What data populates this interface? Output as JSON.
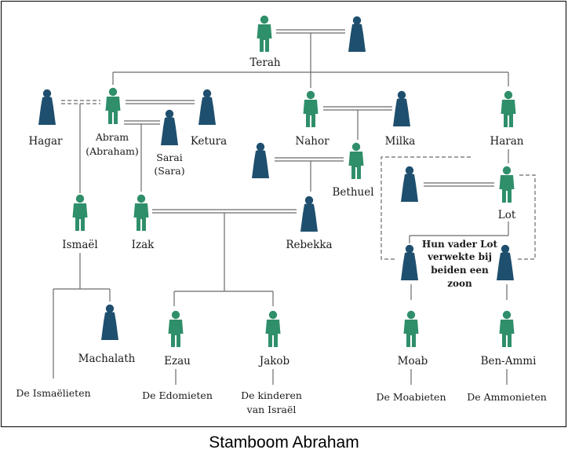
{
  "caption": "Stamboom Abraham",
  "colors": {
    "male": "#2f8f6a",
    "female": "#1f4f6e",
    "line": "#6a6a6a"
  },
  "people": {
    "terah": "Terah",
    "hagar": "Hagar",
    "abram": "Abram",
    "abram_alt": "(Abraham)",
    "sarai": "Sarai",
    "sarai_alt": "(Sara)",
    "ketura": "Ketura",
    "nahor": "Nahor",
    "milka": "Milka",
    "haran": "Haran",
    "bethuel": "Bethuel",
    "lot": "Lot",
    "ismael": "Ismaël",
    "izak": "Izak",
    "rebekka": "Rebekka",
    "machalath": "Machalath",
    "ezau": "Ezau",
    "jakob": "Jakob",
    "moab": "Moab",
    "benammi": "Ben-Ammi"
  },
  "peoples": {
    "ismaelieten": "De Ismaëlieten",
    "edomieten": "De Edomieten",
    "israel_1": "De kinderen",
    "israel_2": "van Israël",
    "moabieten": "De Moabieten",
    "ammonieten": "De Ammonieten"
  },
  "note": {
    "line1": "Hun vader Lot",
    "line2": "verwekte bij",
    "line3": "beiden een",
    "line4": "zoon"
  }
}
